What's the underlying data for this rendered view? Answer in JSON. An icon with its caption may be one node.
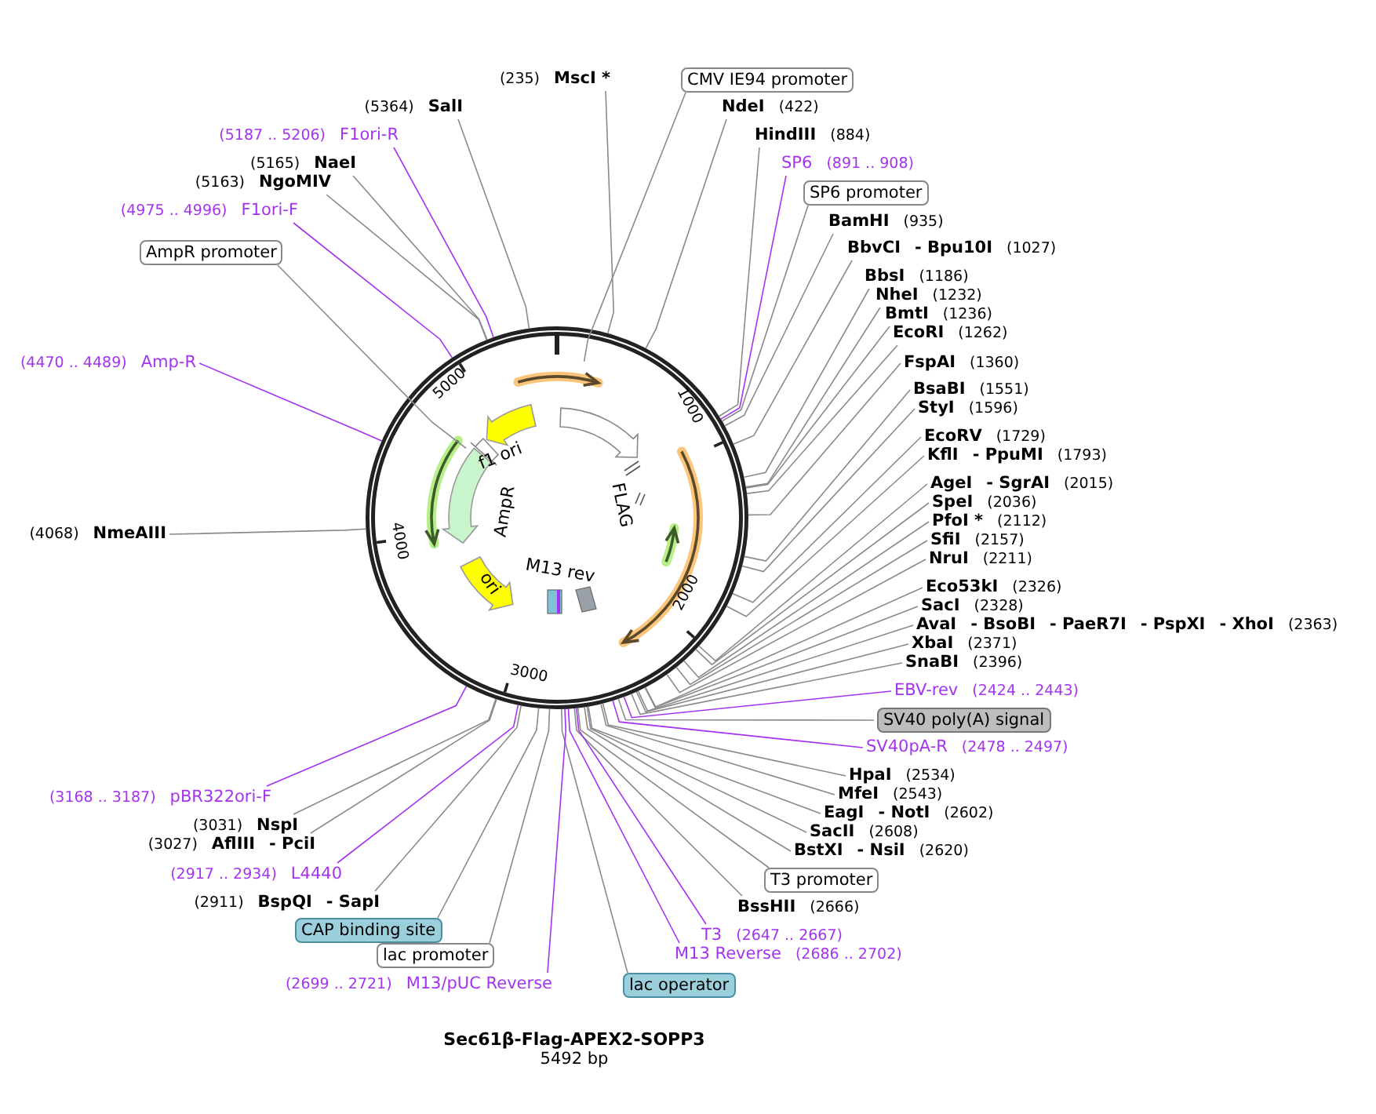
{
  "diagram": {
    "title": "Sec61β-Flag-APEX2-SOPP3",
    "caption": "5492 bp",
    "nodes": [
      {
        "text": [
          "(235)",
          "MscI *"
        ]
      },
      {
        "text": [
          "CMV IE94 promoter"
        ]
      },
      {
        "text": [
          "NdeI",
          "(422)"
        ]
      },
      {
        "text": [
          "HindIII",
          "(884)"
        ]
      },
      {
        "text": [
          "SP6",
          "(891 .. 908)"
        ]
      },
      {
        "text": [
          "SP6 promoter"
        ]
      },
      {
        "text": [
          "BamHI",
          "(935)"
        ]
      },
      {
        "text": [
          "BbvCI",
          "- Bpu10I",
          "(1027)"
        ]
      },
      {
        "text": [
          "BbsI",
          "(1186)"
        ]
      },
      {
        "text": [
          "NheI",
          "(1232)"
        ]
      },
      {
        "text": [
          "BmtI",
          "(1236)"
        ]
      },
      {
        "text": [
          "EcoRI",
          "(1262)"
        ]
      },
      {
        "text": [
          "FspAI",
          "(1360)"
        ]
      },
      {
        "text": [
          "BsaBI",
          "(1551)"
        ]
      },
      {
        "text": [
          "StyI",
          "(1596)"
        ]
      },
      {
        "text": [
          "EcoRV",
          "(1729)"
        ]
      },
      {
        "text": [
          "KflI",
          "- PpuMI",
          "(1793)"
        ]
      },
      {
        "text": [
          "AgeI",
          "- SgrAI",
          "(2015)"
        ]
      },
      {
        "text": [
          "SpeI",
          "(2036)"
        ]
      },
      {
        "text": [
          "PfoI *",
          "(2112)"
        ]
      },
      {
        "text": [
          "SfiI",
          "(2157)"
        ]
      },
      {
        "text": [
          "NruI",
          "(2211)"
        ]
      },
      {
        "text": [
          "Eco53kI",
          "(2326)"
        ]
      },
      {
        "text": [
          "SacI",
          "(2328)"
        ]
      },
      {
        "text": [
          "AvaI",
          "- BsoBI",
          "- PaeR7I",
          "- PspXI",
          "- XhoI",
          "(2363)"
        ]
      },
      {
        "text": [
          "XbaI",
          "(2371)"
        ]
      },
      {
        "text": [
          "SnaBI",
          "(2396)"
        ]
      },
      {
        "text": [
          "EBV-rev",
          "(2424 .. 2443)"
        ]
      },
      {
        "text": [
          "SV40 poly(A) signal"
        ]
      },
      {
        "text": [
          "SV40pA-R",
          "(2478 .. 2497)"
        ]
      },
      {
        "text": [
          "HpaI",
          "(2534)"
        ]
      },
      {
        "text": [
          "MfeI",
          "(2543)"
        ]
      },
      {
        "text": [
          "EagI",
          "- NotI",
          "(2602)"
        ]
      },
      {
        "text": [
          "SacII",
          "(2608)"
        ]
      },
      {
        "text": [
          "BstXI",
          "- NsiI",
          "(2620)"
        ]
      },
      {
        "text": [
          "T3 promoter"
        ]
      },
      {
        "text": [
          "BssHII",
          "(2666)"
        ]
      },
      {
        "text": [
          "T3",
          "(2647 .. 2667)"
        ]
      },
      {
        "text": [
          "M13 Reverse",
          "(2686 .. 2702)"
        ]
      },
      {
        "text": [
          "lac operator"
        ]
      },
      {
        "text": [
          "(2699 .. 2721)",
          "M13/pUC Reverse"
        ]
      },
      {
        "text": [
          "lac promoter"
        ]
      },
      {
        "text": [
          "CAP binding site"
        ]
      },
      {
        "text": [
          "(2911)",
          "BspQI",
          "- SapI"
        ]
      },
      {
        "text": [
          "(2917 .. 2934)",
          "L4440"
        ]
      },
      {
        "text": [
          "(3027)",
          "AflIII",
          "- PciI"
        ]
      },
      {
        "text": [
          "(3031)",
          "NspI"
        ]
      },
      {
        "text": [
          "(3168 .. 3187)",
          "pBR322ori-F"
        ]
      },
      {
        "text": [
          "(4068)",
          "NmeAIII"
        ]
      },
      {
        "text": [
          "(4470 .. 4489)",
          "Amp-R"
        ]
      },
      {
        "text": [
          "AmpR promoter"
        ]
      },
      {
        "text": [
          "(4975 .. 4996)",
          "F1ori-F"
        ]
      },
      {
        "text": [
          "(5163)",
          "NgoMIV"
        ]
      },
      {
        "text": [
          "(5165)",
          "NaeI"
        ]
      },
      {
        "text": [
          "(5187 .. 5206)",
          "F1ori-R"
        ]
      },
      {
        "text": [
          "(5364)",
          "SalI"
        ]
      },
      {
        "text": [],
        "shape": "circle"
      }
    ],
    "edges": [
      {
        "from": 0,
        "to": 56,
        "arrow": "none"
      },
      {
        "from": 1,
        "to": 56,
        "arrow": "none"
      },
      {
        "from": 2,
        "to": 56,
        "arrow": "none"
      },
      {
        "from": 3,
        "to": 56,
        "arrow": "none"
      },
      {
        "from": 4,
        "to": 56,
        "arrow": "none",
        "color": "#a333f0"
      },
      {
        "from": 5,
        "to": 56,
        "arrow": "none"
      },
      {
        "from": 6,
        "to": 56,
        "arrow": "none"
      },
      {
        "from": 7,
        "to": 56,
        "arrow": "none"
      },
      {
        "from": 8,
        "to": 56,
        "arrow": "none"
      },
      {
        "from": 9,
        "to": 56,
        "arrow": "none"
      },
      {
        "from": 10,
        "to": 56,
        "arrow": "none"
      },
      {
        "from": 11,
        "to": 56,
        "arrow": "none"
      },
      {
        "from": 12,
        "to": 56,
        "arrow": "none"
      },
      {
        "from": 13,
        "to": 56,
        "arrow": "none"
      },
      {
        "from": 14,
        "to": 56,
        "arrow": "none"
      },
      {
        "from": 15,
        "to": 56,
        "arrow": "none"
      },
      {
        "from": 16,
        "to": 56,
        "arrow": "none"
      },
      {
        "from": 17,
        "to": 56,
        "arrow": "none"
      },
      {
        "from": 18,
        "to": 56,
        "arrow": "none"
      },
      {
        "from": 19,
        "to": 56,
        "arrow": "none"
      },
      {
        "from": 20,
        "to": 56,
        "arrow": "none"
      },
      {
        "from": 21,
        "to": 56,
        "arrow": "none"
      },
      {
        "from": 22,
        "to": 56,
        "arrow": "none"
      },
      {
        "from": 23,
        "to": 56,
        "arrow": "none"
      },
      {
        "from": 24,
        "to": 56,
        "arrow": "none"
      },
      {
        "from": 25,
        "to": 56,
        "arrow": "none"
      },
      {
        "from": 26,
        "to": 56,
        "arrow": "none"
      },
      {
        "from": 27,
        "to": 56,
        "arrow": "none",
        "color": "#a333f0"
      },
      {
        "from": 28,
        "to": 56,
        "arrow": "none"
      },
      {
        "from": 29,
        "to": 56,
        "arrow": "none",
        "color": "#a333f0"
      },
      {
        "from": 30,
        "to": 56,
        "arrow": "none"
      },
      {
        "from": 31,
        "to": 56,
        "arrow": "none"
      },
      {
        "from": 32,
        "to": 56,
        "arrow": "none"
      },
      {
        "from": 33,
        "to": 56,
        "arrow": "none"
      },
      {
        "from": 34,
        "to": 56,
        "arrow": "none"
      },
      {
        "from": 35,
        "to": 56,
        "arrow": "none"
      },
      {
        "from": 36,
        "to": 56,
        "arrow": "none"
      },
      {
        "from": 37,
        "to": 56,
        "arrow": "none",
        "color": "#a333f0"
      },
      {
        "from": 38,
        "to": 56,
        "arrow": "none",
        "color": "#a333f0"
      },
      {
        "from": 39,
        "to": 56,
        "arrow": "none"
      },
      {
        "from": 40,
        "to": 56,
        "arrow": "none",
        "color": "#a333f0"
      },
      {
        "from": 41,
        "to": 56,
        "arrow": "none"
      },
      {
        "from": 42,
        "to": 56,
        "arrow": "none"
      },
      {
        "from": 43,
        "to": 56,
        "arrow": "none"
      },
      {
        "from": 44,
        "to": 56,
        "arrow": "none",
        "color": "#a333f0"
      },
      {
        "from": 45,
        "to": 56,
        "arrow": "none"
      },
      {
        "from": 46,
        "to": 56,
        "arrow": "none"
      },
      {
        "from": 47,
        "to": 56,
        "arrow": "none",
        "color": "#a333f0"
      },
      {
        "from": 48,
        "to": 56,
        "arrow": "none"
      },
      {
        "from": 49,
        "to": 56,
        "arrow": "none",
        "color": "#a333f0"
      },
      {
        "from": 50,
        "to": 56,
        "arrow": "none"
      },
      {
        "from": 51,
        "to": 56,
        "arrow": "none",
        "color": "#a333f0"
      },
      {
        "from": 52,
        "to": 56,
        "arrow": "none"
      },
      {
        "from": 53,
        "to": 56,
        "arrow": "none"
      },
      {
        "from": 54,
        "to": 56,
        "arrow": "none",
        "color": "#a333f0"
      },
      {
        "from": 55,
        "to": 56,
        "arrow": "none"
      }
    ],
    "labels": [
      "f1 ori",
      "FLAG",
      "AmpR",
      "M13 rev",
      "ori",
      "1000",
      "2000",
      "3000",
      "4000",
      "5000"
    ]
  }
}
